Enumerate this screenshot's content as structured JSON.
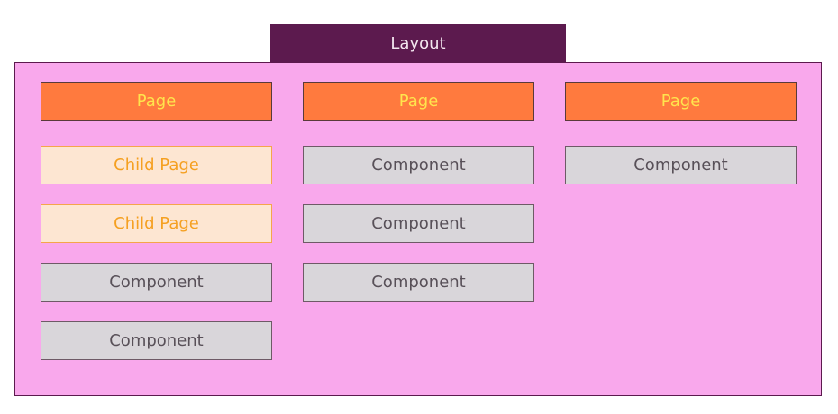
{
  "layout": {
    "label": "Layout",
    "colors": {
      "tab_bg": "#5c1a4e",
      "frame_bg": "#f9a8ec",
      "page_bg": "#ff7a3e",
      "page_text": "#ffe44d",
      "child_bg": "#fde6d2",
      "child_text": "#f5a021",
      "component_bg": "#d9d6da",
      "component_text": "#585058"
    }
  },
  "columns": [
    {
      "items": [
        {
          "type": "page",
          "label": "Page"
        },
        {
          "type": "child",
          "label": "Child Page"
        },
        {
          "type": "child",
          "label": "Child Page"
        },
        {
          "type": "component",
          "label": "Component"
        },
        {
          "type": "component",
          "label": "Component"
        }
      ]
    },
    {
      "items": [
        {
          "type": "page",
          "label": "Page"
        },
        {
          "type": "component",
          "label": "Component"
        },
        {
          "type": "component",
          "label": "Component"
        },
        {
          "type": "component",
          "label": "Component"
        }
      ]
    },
    {
      "items": [
        {
          "type": "page",
          "label": "Page"
        },
        {
          "type": "component",
          "label": "Component"
        }
      ]
    }
  ]
}
